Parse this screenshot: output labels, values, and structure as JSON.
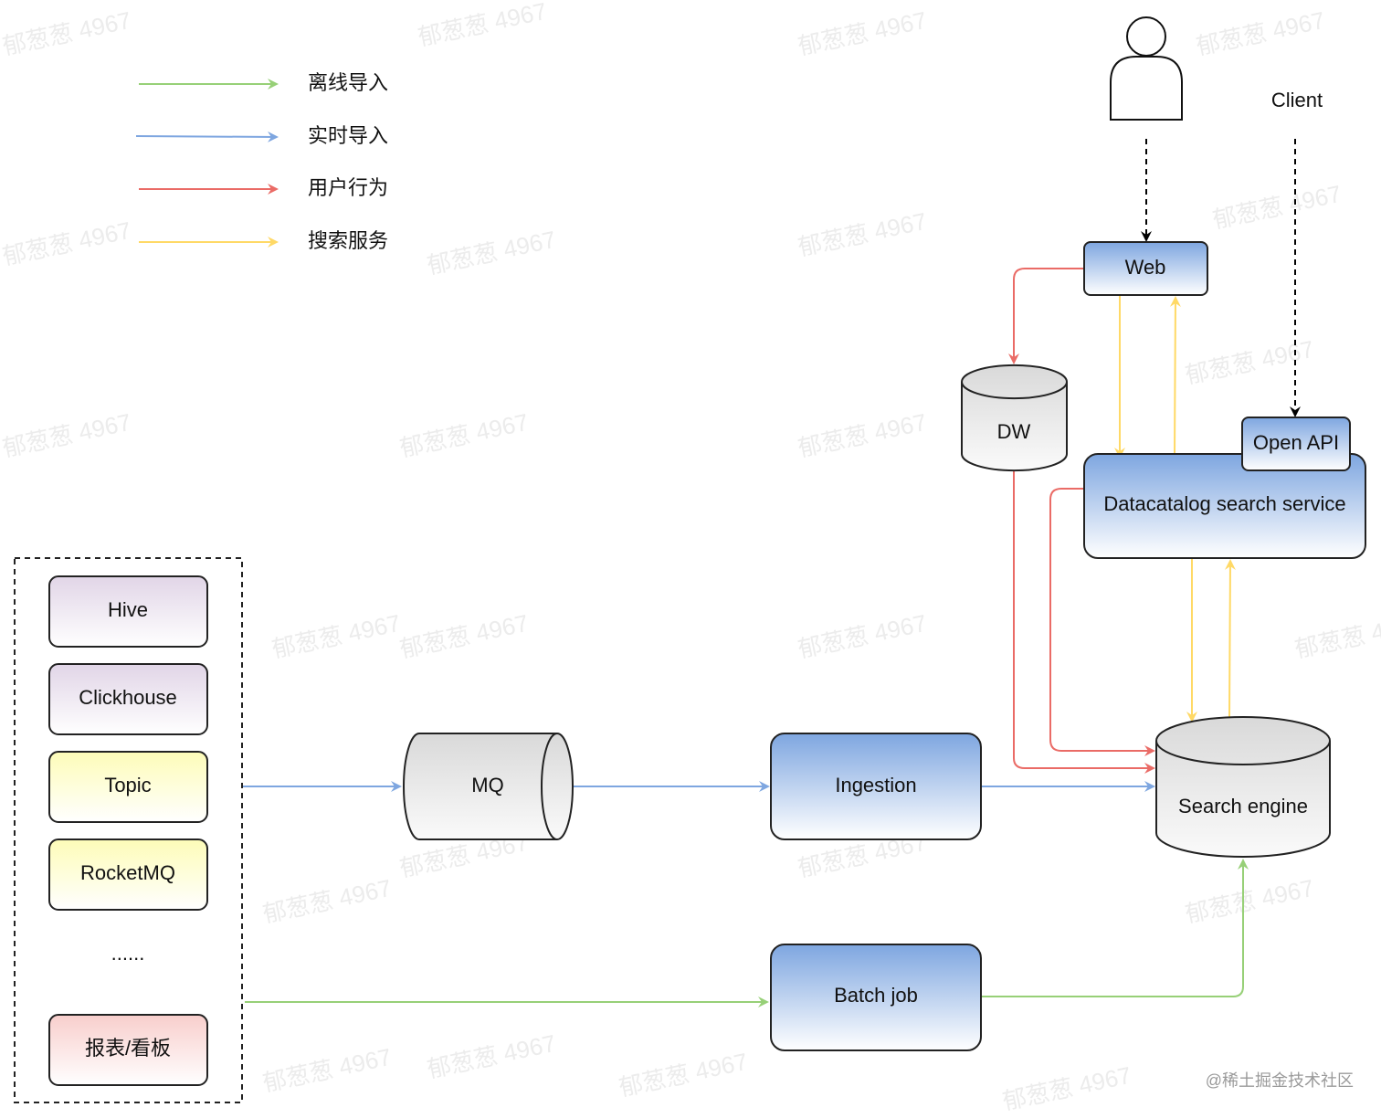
{
  "legend": [
    {
      "label": "离线导入",
      "color": "#97d077"
    },
    {
      "label": "实时导入",
      "color": "#7ea6e0"
    },
    {
      "label": "用户行为",
      "color": "#ea6b66"
    },
    {
      "label": "搜索服务",
      "color": "#ffd966"
    }
  ],
  "client": {
    "label": "Client",
    "icon": "user-icon"
  },
  "nodes": {
    "web": "Web",
    "dw": "DW",
    "open_api": "Open API",
    "datacatalog": "Datacatalog search service",
    "search_engine": "Search engine",
    "mq": "MQ",
    "ingestion": "Ingestion",
    "batch_job": "Batch job"
  },
  "sources": [
    "Hive",
    "Clickhouse",
    "Topic",
    "RocketMQ",
    "......",
    "报表/看板"
  ],
  "watermark": "郁葱葱 4967",
  "footer_watermark": "@稀土掘金技术社区"
}
